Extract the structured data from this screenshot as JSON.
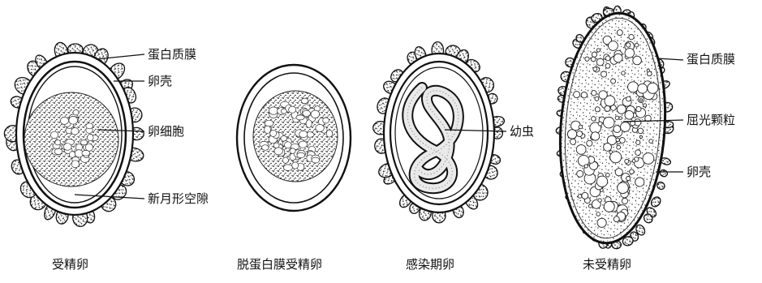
{
  "eggs": [
    {
      "id": "fertilized",
      "caption": "受精卵",
      "labels": [
        "蛋白质膜",
        "卵壳",
        "卵细胞",
        "新月形空隙"
      ]
    },
    {
      "id": "decorticated",
      "caption": "脱蛋白膜受精卵"
    },
    {
      "id": "embryonated",
      "caption": "感染期卵",
      "labels": [
        "幼虫"
      ]
    },
    {
      "id": "unfertilized",
      "caption": "未受精卵",
      "labels": [
        "蛋白质膜",
        "屈光颗粒",
        "卵壳"
      ]
    }
  ]
}
